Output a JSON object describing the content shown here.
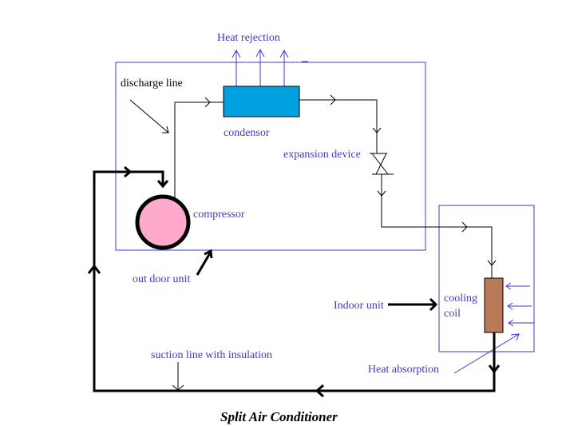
{
  "title": "Split Air Conditioner",
  "labels": {
    "heat_rejection": "Heat rejection",
    "discharge_line": "discharge line",
    "condensor": "condensor",
    "expansion_device": "expansion device",
    "compressor": "compressor",
    "out_door_unit": "out door unit",
    "indoor_unit": "Indoor unit",
    "cooling": "cooling",
    "coil": "coil",
    "heat_absorption": "Heat absorption",
    "suction_line": "suction line with insulation"
  },
  "colors": {
    "label_blue": "#3b3bc8",
    "unit_border": "#3b3bc8",
    "condensor_fill": "#00a0e0",
    "compressor_fill": "#ffaacc",
    "cooling_coil_fill": "#b87a58",
    "pipe": "#000000"
  }
}
